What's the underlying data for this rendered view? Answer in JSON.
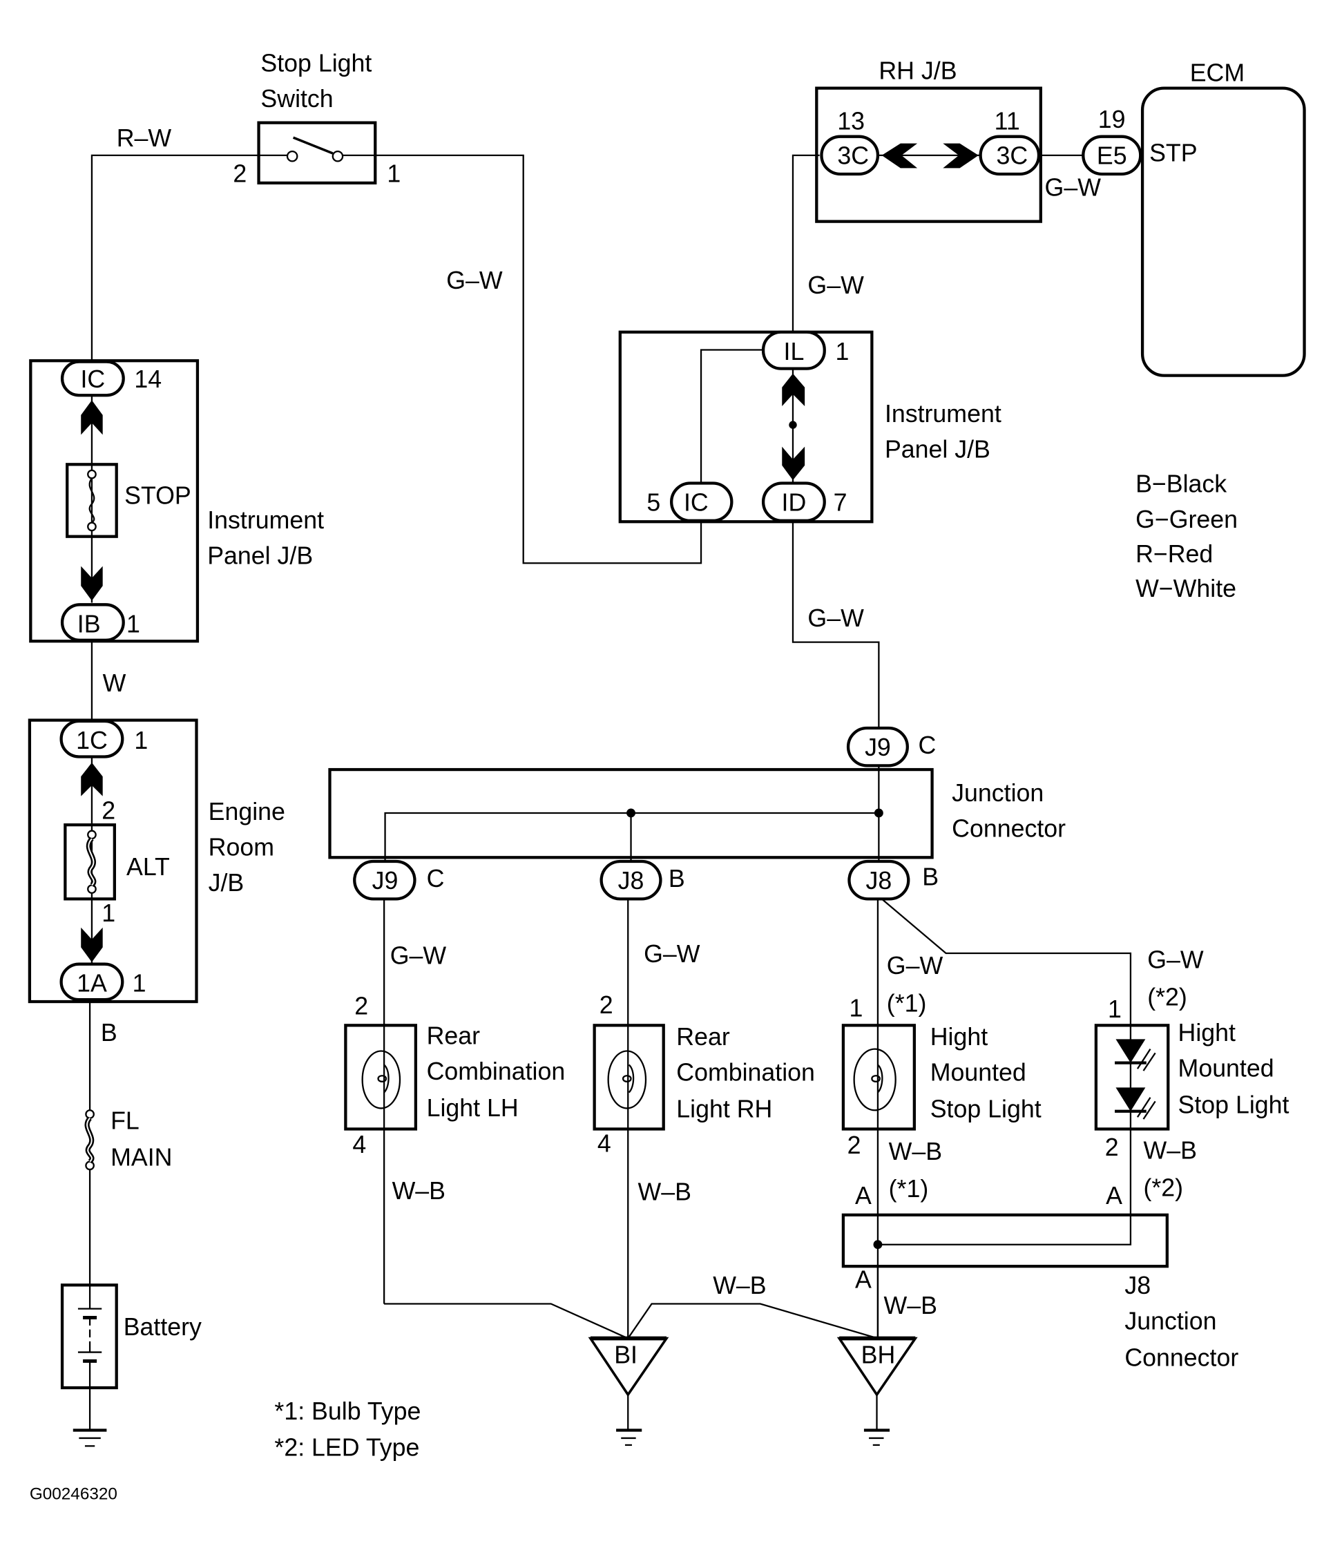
{
  "diagram": {
    "title_code": "G00246320",
    "components": {
      "stop_light_switch": {
        "name_line1": "Stop Light",
        "name_line2": "Switch",
        "pin_left": "2",
        "pin_right": "1"
      },
      "rh_jb": {
        "name": "RH J/B",
        "left_conn": "3C",
        "left_pin": "13",
        "right_conn": "3C",
        "right_pin": "11"
      },
      "ecm": {
        "name": "ECM",
        "conn": "E5",
        "pin": "19",
        "terminal": "STP"
      },
      "ip_jb_left": {
        "name_line1": "Instrument",
        "name_line2": "Panel J/B",
        "top_conn": "IC",
        "top_pin": "14",
        "fuse": "STOP",
        "bottom_conn": "IB",
        "bottom_pin": "1"
      },
      "ip_jb_right": {
        "name_line1": "Instrument",
        "name_line2": "Panel J/B",
        "top_conn": "IL",
        "top_pin": "1",
        "left_conn": "IC",
        "left_pin": "5",
        "right_conn": "ID",
        "right_pin": "7"
      },
      "engine_room_jb": {
        "name_line1": "Engine",
        "name_line2": "Room",
        "name_line3": "J/B",
        "top_conn": "1C",
        "top_pin": "1",
        "fuse": "ALT",
        "fuse_pin_top": "2",
        "fuse_pin_bottom": "1",
        "bottom_conn": "1A",
        "bottom_pin": "1"
      },
      "fl_main": {
        "line1": "FL",
        "line2": "MAIN"
      },
      "battery": {
        "name": "Battery"
      },
      "junction_connector_top": {
        "name_line1": "Junction",
        "name_line2": "Connector",
        "in_conn": "J9",
        "in_pin": "C",
        "out1_conn": "J9",
        "out1_pin": "C",
        "out2_conn": "J8",
        "out2_pin": "B",
        "out3_conn": "J8",
        "out3_pin": "B"
      },
      "rear_lh": {
        "line1": "Rear",
        "line2": "Combination",
        "line3": "Light LH",
        "pin_top": "2",
        "pin_bottom": "4"
      },
      "rear_rh": {
        "line1": "Rear",
        "line2": "Combination",
        "line3": "Light RH",
        "pin_top": "2",
        "pin_bottom": "4"
      },
      "hmsl_bulb": {
        "line1": "Hight",
        "line2": "Mounted",
        "line3": "Stop Light",
        "pin_top": "1",
        "pin_bottom": "2",
        "note_top": "(*1)",
        "note_bottom": "(*1)",
        "pin_a": "A"
      },
      "hmsl_led": {
        "line1": "Hight",
        "line2": "Mounted",
        "line3": "Stop Light",
        "pin_top": "1",
        "pin_bottom": "2",
        "note_top": "(*2)",
        "note_bottom": "(*2)",
        "pin_a": "A"
      },
      "j8_junction": {
        "code": "J8",
        "line1": "Junction",
        "line2": "Connector",
        "pin_bottom": "A"
      },
      "ground_bi": {
        "label": "BI"
      },
      "ground_bh": {
        "label": "BH"
      }
    },
    "wires": {
      "rw": "R–W",
      "gw": "G–W",
      "w": "W",
      "b": "B",
      "wb": "W–B"
    },
    "legend": [
      {
        "code": "B",
        "color": "Black"
      },
      {
        "code": "G",
        "color": "Green"
      },
      {
        "code": "R",
        "color": "Red"
      },
      {
        "code": "W",
        "color": "White"
      }
    ],
    "legend_text": [
      "B−Black",
      "G−Green",
      "R−Red",
      "W−White"
    ],
    "notes": [
      "*1: Bulb Type",
      "*2: LED Type"
    ]
  }
}
